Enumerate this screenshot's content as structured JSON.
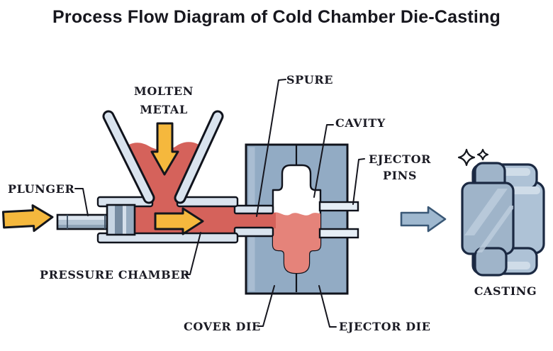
{
  "title": "Process Flow Diagram of Cold Chamber Die-Casting",
  "labels": {
    "molten_metal": "MOLTEN METAL",
    "spure": "SPURE",
    "cavity": "CAVITY",
    "ejector_pins": "EJECTOR PINS",
    "plunger": "PLUNGER",
    "pressure_chamber": "PRESSURE CHAMBER",
    "cover_die": "COVER DIE",
    "ejector_die": "EJECTOR DIE",
    "casting": "CASTING"
  },
  "icons": {
    "sparkle": "four-point-star",
    "flow_arrow": "right-arrow",
    "pour_arrow": "down-arrow",
    "output_arrow": "right-arrow"
  },
  "colors": {
    "molten_red": "#d5625b",
    "molten_red_light": "#e5837a",
    "wall_light": "#d9e3ee",
    "die_blue": "#92abc4",
    "die_blue_light": "#a9bdd2",
    "pin_light": "#e6eef6",
    "arrow_yellow": "#f5b83d",
    "arrow_blue": "#9fb8cf",
    "casting_body": "#aec2d6",
    "casting_body_highlight": "#cfdce8",
    "casting_face": "#9fb4c9",
    "casting_face_streak": "#bccddd",
    "outline_dark": "#10131c",
    "label_text": "#1b1b24"
  }
}
